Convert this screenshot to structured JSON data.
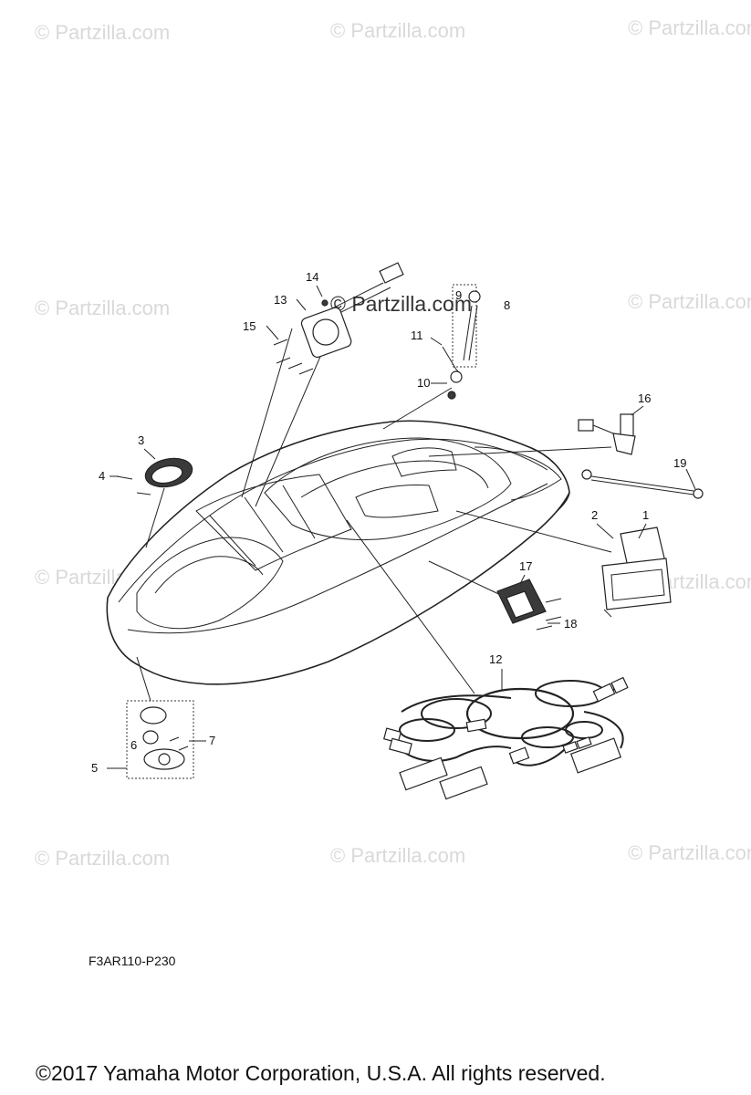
{
  "watermark": "© Partzilla.com",
  "watermark_center": "© Partzilla.com",
  "callouts": {
    "c1": "1",
    "c2": "2",
    "c3": "3",
    "c4": "4",
    "c5": "5",
    "c6": "6",
    "c7": "7",
    "c8": "8",
    "c9": "9",
    "c10": "10",
    "c11": "11",
    "c12": "12",
    "c13": "13",
    "c14": "14",
    "c15": "15",
    "c16": "16",
    "c17": "17",
    "c18": "18",
    "c19": "19"
  },
  "diagram_code": "F3AR110-P230",
  "copyright": "©2017  Yamaha Motor Corporation, U.S.A. All rights reserved."
}
